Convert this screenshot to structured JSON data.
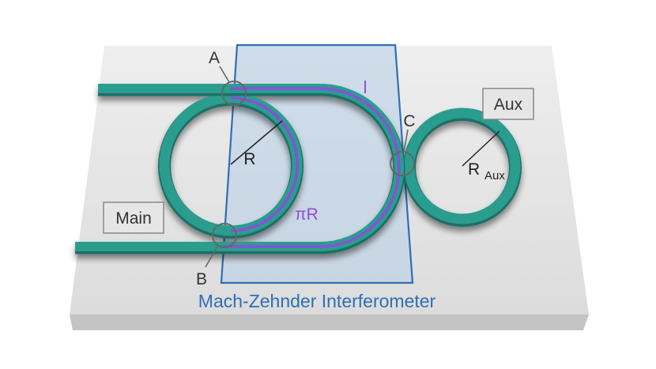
{
  "labels": {
    "point_a": "A",
    "point_b": "B",
    "point_c": "C",
    "radius_main": "R",
    "radius_aux_base": "R",
    "radius_aux_sub": "Aux",
    "arc_pi_r": "πR",
    "length_l": "l",
    "main_box": "Main",
    "aux_box": "Aux",
    "mzi": "Mach-Zehnder Interferometer"
  },
  "colors": {
    "waveguide": "#2a9d8f",
    "waveguide_dark": "#1a6f66",
    "highlight_path": "#8a4fd6",
    "mzi_border": "#2e6fb5",
    "mzi_fill": "#b7cde6",
    "mzi_text": "#2e6fb5",
    "chip_top": "#e4e4e4",
    "chip_side": "#c9c9c9",
    "label_text": "#333333"
  }
}
